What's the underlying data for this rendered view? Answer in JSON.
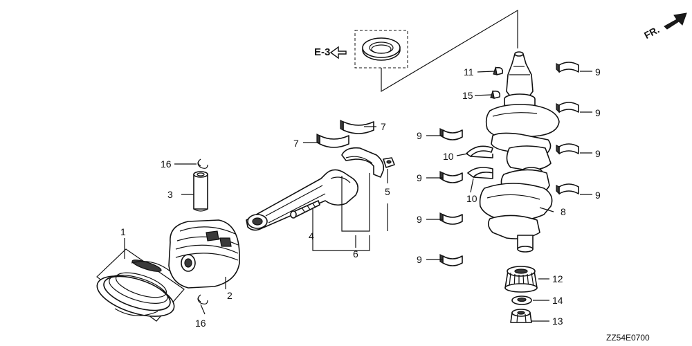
{
  "diagram": {
    "ref_code": "E-3",
    "direction_label": "FR.",
    "drawing_number": "ZZ54E0700",
    "callouts": {
      "c1": "1",
      "c2": "2",
      "c3": "3",
      "c4": "4",
      "c5": "5",
      "c6": "6",
      "c7a": "7",
      "c7b": "7",
      "c8": "8",
      "c9a": "9",
      "c9b": "9",
      "c9c": "9",
      "c9d": "9",
      "c9e": "9",
      "c9f": "9",
      "c9g": "9",
      "c9h": "9",
      "c10a": "10",
      "c10b": "10",
      "c11": "11",
      "c12": "12",
      "c13": "13",
      "c14": "14",
      "c15": "15",
      "c16a": "16",
      "c16b": "16"
    }
  }
}
